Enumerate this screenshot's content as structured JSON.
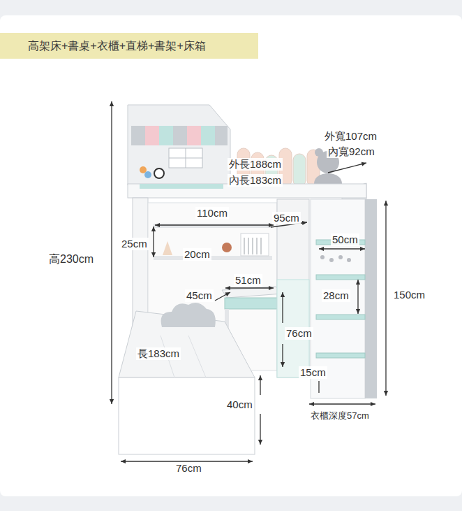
{
  "diagram": {
    "title": "高架床+書桌+衣櫃+直梯+書架+床箱",
    "labels": [
      "外寬107cm",
      "內寬92cm",
      "外長188cm",
      "內長183cm",
      "高230cm",
      "110cm",
      "95cm",
      "25cm",
      "20cm",
      "50cm",
      "51cm",
      "150cm",
      "45cm",
      "28cm",
      "長183cm",
      "76cm",
      "15cm",
      "40cm",
      "衣櫃深度57cm",
      "76cm"
    ]
  }
}
